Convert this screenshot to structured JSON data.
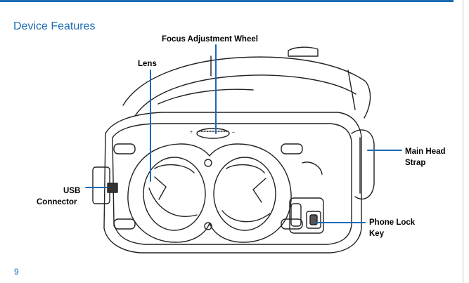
{
  "page": {
    "title": "Device Features",
    "number": "9",
    "accent_color": "#1a6bb5"
  },
  "figure": {
    "subject": "vr-headset-illustration",
    "callouts": {
      "focus_wheel": "Focus Adjustment Wheel",
      "lens": "Lens",
      "usb_connector_line1": "USB",
      "usb_connector_line2": "Connector",
      "main_head_strap_line1": "Main Head",
      "main_head_strap_line2": "Strap",
      "phone_lock_key_line1": "Phone Lock",
      "phone_lock_key_line2": "Key"
    },
    "leader_color": "#1a6bb5"
  }
}
